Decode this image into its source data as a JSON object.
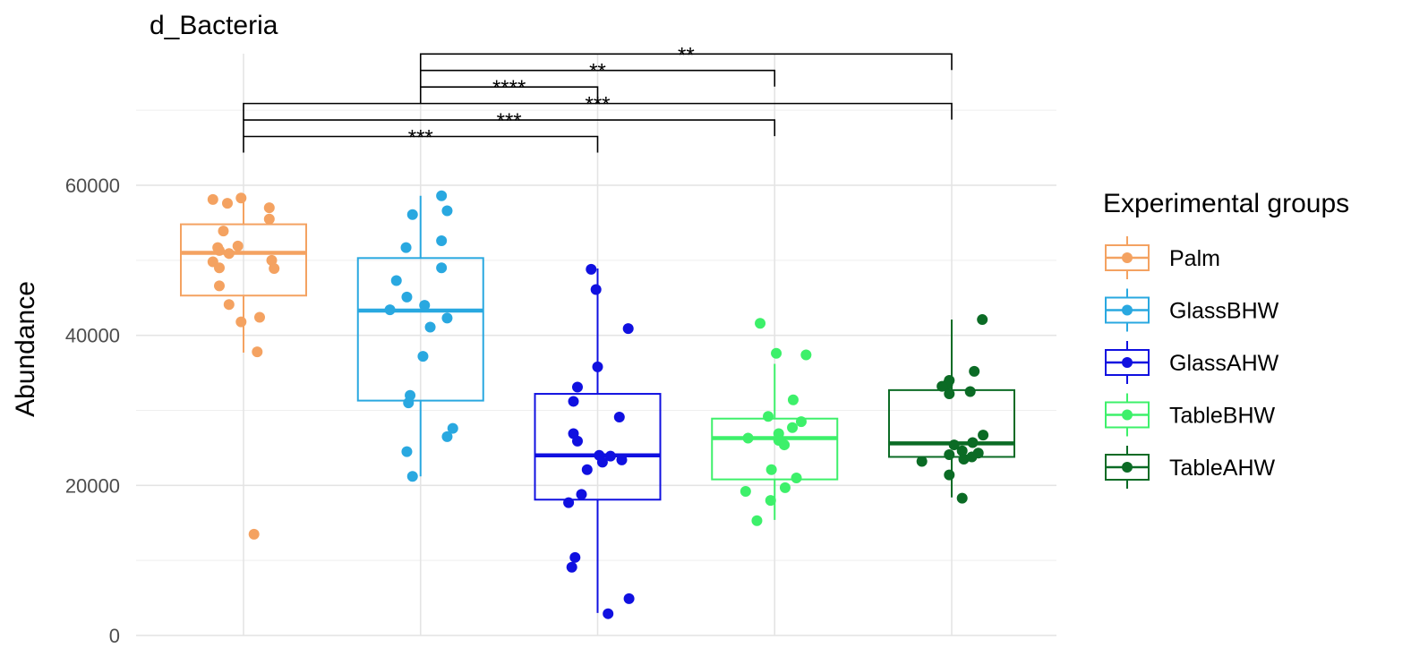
{
  "chart_data": {
    "type": "box",
    "title": "d_Bacteria",
    "xlabel": "",
    "ylabel": "Abundance",
    "ylim": [
      0,
      76000
    ],
    "yticks": [
      0,
      20000,
      40000,
      60000
    ],
    "grid": true,
    "legend": {
      "title": "Experimental groups",
      "position": "right"
    },
    "categories": [
      "Palm",
      "GlassBHW",
      "GlassAHW",
      "TableBHW",
      "TableAHW"
    ],
    "colors": [
      "#F4A261",
      "#29A8E0",
      "#1010E0",
      "#3DF06A",
      "#0B6B25"
    ],
    "series": [
      {
        "name": "Palm",
        "box": {
          "whisker_low": 37700,
          "q1": 45300,
          "median": 51000,
          "q3": 54800,
          "whisker_high": 58300
        },
        "points": [
          {
            "dx": -0.38,
            "y": 58100
          },
          {
            "dx": -0.2,
            "y": 57600
          },
          {
            "dx": -0.03,
            "y": 58300
          },
          {
            "dx": 0.32,
            "y": 57000
          },
          {
            "dx": 0.32,
            "y": 55500
          },
          {
            "dx": -0.25,
            "y": 53900
          },
          {
            "dx": -0.32,
            "y": 51700
          },
          {
            "dx": -0.3,
            "y": 51300
          },
          {
            "dx": -0.07,
            "y": 51900
          },
          {
            "dx": -0.18,
            "y": 50900
          },
          {
            "dx": 0.35,
            "y": 50000
          },
          {
            "dx": -0.38,
            "y": 49800
          },
          {
            "dx": -0.3,
            "y": 49000
          },
          {
            "dx": 0.38,
            "y": 48900
          },
          {
            "dx": -0.3,
            "y": 46600
          },
          {
            "dx": -0.18,
            "y": 44100
          },
          {
            "dx": 0.2,
            "y": 42400
          },
          {
            "dx": -0.03,
            "y": 41800
          },
          {
            "dx": 0.17,
            "y": 37800
          },
          {
            "dx": 0.13,
            "y": 13500
          }
        ]
      },
      {
        "name": "GlassBHW",
        "box": {
          "whisker_low": 21200,
          "q1": 31300,
          "median": 43300,
          "q3": 50300,
          "whisker_high": 58600
        },
        "points": [
          {
            "dx": 0.26,
            "y": 58600
          },
          {
            "dx": 0.33,
            "y": 56600
          },
          {
            "dx": -0.1,
            "y": 56100
          },
          {
            "dx": 0.26,
            "y": 52600
          },
          {
            "dx": -0.18,
            "y": 51700
          },
          {
            "dx": 0.26,
            "y": 49000
          },
          {
            "dx": -0.3,
            "y": 47300
          },
          {
            "dx": -0.17,
            "y": 45100
          },
          {
            "dx": 0.05,
            "y": 44000
          },
          {
            "dx": -0.38,
            "y": 43400
          },
          {
            "dx": 0.33,
            "y": 42300
          },
          {
            "dx": 0.12,
            "y": 41100
          },
          {
            "dx": 0.03,
            "y": 37200
          },
          {
            "dx": -0.13,
            "y": 32000
          },
          {
            "dx": -0.15,
            "y": 31000
          },
          {
            "dx": 0.4,
            "y": 27600
          },
          {
            "dx": 0.33,
            "y": 26500
          },
          {
            "dx": -0.17,
            "y": 24500
          },
          {
            "dx": -0.1,
            "y": 21200
          }
        ]
      },
      {
        "name": "GlassAHW",
        "box": {
          "whisker_low": 3000,
          "q1": 18100,
          "median": 24000,
          "q3": 32200,
          "whisker_high": 48900
        },
        "points": [
          {
            "dx": -0.08,
            "y": 48800
          },
          {
            "dx": -0.02,
            "y": 46100
          },
          {
            "dx": 0.38,
            "y": 40900
          },
          {
            "dx": 0.0,
            "y": 35800
          },
          {
            "dx": -0.25,
            "y": 33100
          },
          {
            "dx": -0.3,
            "y": 31200
          },
          {
            "dx": 0.27,
            "y": 29100
          },
          {
            "dx": -0.3,
            "y": 26900
          },
          {
            "dx": -0.25,
            "y": 25900
          },
          {
            "dx": 0.02,
            "y": 24000
          },
          {
            "dx": 0.16,
            "y": 23900
          },
          {
            "dx": 0.3,
            "y": 23400
          },
          {
            "dx": 0.06,
            "y": 23100
          },
          {
            "dx": -0.13,
            "y": 22100
          },
          {
            "dx": -0.2,
            "y": 18800
          },
          {
            "dx": -0.36,
            "y": 17700
          },
          {
            "dx": -0.28,
            "y": 10400
          },
          {
            "dx": -0.32,
            "y": 9100
          },
          {
            "dx": 0.39,
            "y": 4900
          },
          {
            "dx": 0.13,
            "y": 2900
          }
        ]
      },
      {
        "name": "TableBHW",
        "box": {
          "whisker_low": 15400,
          "q1": 20800,
          "median": 26300,
          "q3": 28900,
          "whisker_high": 36200
        },
        "points": [
          {
            "dx": -0.18,
            "y": 41600
          },
          {
            "dx": 0.02,
            "y": 37600
          },
          {
            "dx": 0.39,
            "y": 37400
          },
          {
            "dx": 0.23,
            "y": 31400
          },
          {
            "dx": -0.08,
            "y": 29200
          },
          {
            "dx": 0.33,
            "y": 28500
          },
          {
            "dx": 0.22,
            "y": 27700
          },
          {
            "dx": 0.05,
            "y": 26900
          },
          {
            "dx": -0.33,
            "y": 26300
          },
          {
            "dx": 0.05,
            "y": 26000
          },
          {
            "dx": 0.12,
            "y": 25400
          },
          {
            "dx": 0.27,
            "y": 21000
          },
          {
            "dx": -0.04,
            "y": 22100
          },
          {
            "dx": 0.13,
            "y": 19700
          },
          {
            "dx": -0.36,
            "y": 19200
          },
          {
            "dx": -0.05,
            "y": 18000
          },
          {
            "dx": -0.22,
            "y": 15300
          }
        ]
      },
      {
        "name": "TableAHW",
        "box": {
          "whisker_low": 18400,
          "q1": 23800,
          "median": 25600,
          "q3": 32700,
          "whisker_high": 42100
        },
        "points": [
          {
            "dx": 0.38,
            "y": 42100
          },
          {
            "dx": 0.28,
            "y": 35200
          },
          {
            "dx": -0.03,
            "y": 34000
          },
          {
            "dx": -0.05,
            "y": 33500
          },
          {
            "dx": -0.12,
            "y": 33200
          },
          {
            "dx": -0.03,
            "y": 32200
          },
          {
            "dx": 0.23,
            "y": 32500
          },
          {
            "dx": 0.39,
            "y": 26700
          },
          {
            "dx": 0.26,
            "y": 25700
          },
          {
            "dx": 0.03,
            "y": 25400
          },
          {
            "dx": 0.33,
            "y": 24300
          },
          {
            "dx": -0.03,
            "y": 24100
          },
          {
            "dx": 0.13,
            "y": 24600
          },
          {
            "dx": 0.15,
            "y": 23500
          },
          {
            "dx": 0.25,
            "y": 23800
          },
          {
            "dx": -0.37,
            "y": 23200
          },
          {
            "dx": -0.03,
            "y": 21400
          },
          {
            "dx": 0.13,
            "y": 18300
          }
        ]
      }
    ],
    "annotations": [
      {
        "from": "Palm",
        "to": "GlassAHW",
        "y": 66500,
        "label": "***"
      },
      {
        "from": "Palm",
        "to": "TableBHW",
        "y": 68700,
        "label": "***"
      },
      {
        "from": "Palm",
        "to": "TableAHW",
        "y": 70900,
        "label": "***"
      },
      {
        "from": "GlassBHW",
        "to": "GlassAHW",
        "y": 73100,
        "label": "****"
      },
      {
        "from": "GlassBHW",
        "to": "TableBHW",
        "y": 75300,
        "label": "**"
      },
      {
        "from": "GlassBHW",
        "to": "TableAHW",
        "y": 77500,
        "label": "**"
      }
    ]
  }
}
